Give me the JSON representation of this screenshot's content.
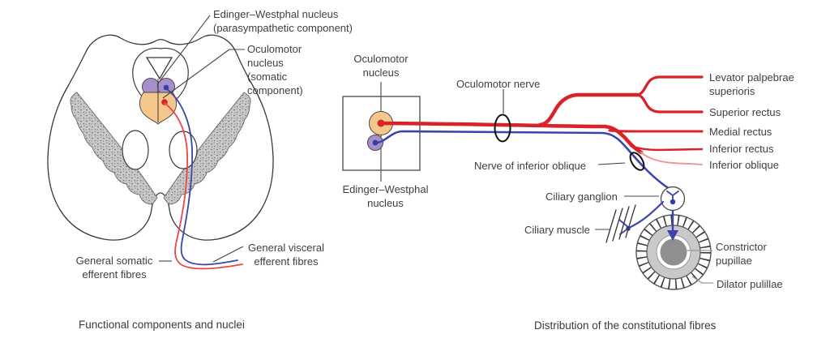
{
  "left": {
    "caption": "Functional components and nuclei",
    "labels": {
      "ew_nucleus_line1": "Edinger–Westphal nucleus",
      "ew_nucleus_line2": "(parasympathetic component)",
      "oculomotor_line1": "Oculomotor",
      "oculomotor_line2": "nucleus",
      "oculomotor_line3": "(somatic",
      "oculomotor_line4": "component)",
      "general_somatic_line1": "General somatic",
      "general_somatic_line2": "efferent fibres",
      "general_visceral_line1": "General visceral",
      "general_visceral_line2": "efferent fibres"
    }
  },
  "right": {
    "caption": "Distribution of the constitutional fibres",
    "labels": {
      "oculomotor_nucleus_line1": "Oculomotor",
      "oculomotor_nucleus_line2": "nucleus",
      "ew_nucleus_line1": "Edinger–Westphal",
      "ew_nucleus_line2": "nucleus",
      "oculomotor_nerve": "Oculomotor nerve",
      "nerve_inferior_oblique": "Nerve of inferior oblique",
      "ciliary_ganglion": "Ciliary ganglion",
      "ciliary_muscle": "Ciliary muscle",
      "levator_line1": "Levator palpebrae",
      "levator_line2": "superioris",
      "superior_rectus": "Superior rectus",
      "medial_rectus": "Medial rectus",
      "inferior_rectus": "Inferior rectus",
      "inferior_oblique": "Inferior oblique",
      "constrictor_line1": "Constrictor",
      "constrictor_line2": "pupillae",
      "dilator": "Dilator pulillae"
    }
  },
  "colors": {
    "somatic_fibre_red": "#d8232a",
    "parasympathetic_fibre_blue": "#3b44a8",
    "oculomotor_nucleus_orange": "#f6c78b",
    "edinger_westphal_purple": "#a88fc9",
    "label_text": "#3f3f3f"
  }
}
